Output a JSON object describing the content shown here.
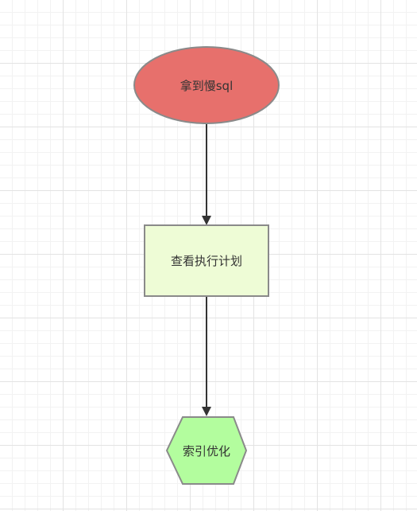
{
  "diagram": {
    "nodes": {
      "start": {
        "label": "拿到慢sql",
        "shape": "ellipse",
        "fill": "#e7706c",
        "stroke": "#8a8a8a"
      },
      "analyze": {
        "label": "查看执行计划",
        "shape": "rectangle",
        "fill": "#eefcd6",
        "stroke": "#8a8a8a"
      },
      "optimize": {
        "label": "索引优化",
        "shape": "hexagon",
        "fill": "#b3fd9e",
        "stroke": "#8a8a8a"
      }
    },
    "edges": [
      {
        "from": "start",
        "to": "analyze",
        "color": "#333333"
      },
      {
        "from": "analyze",
        "to": "optimize",
        "color": "#333333"
      }
    ]
  }
}
